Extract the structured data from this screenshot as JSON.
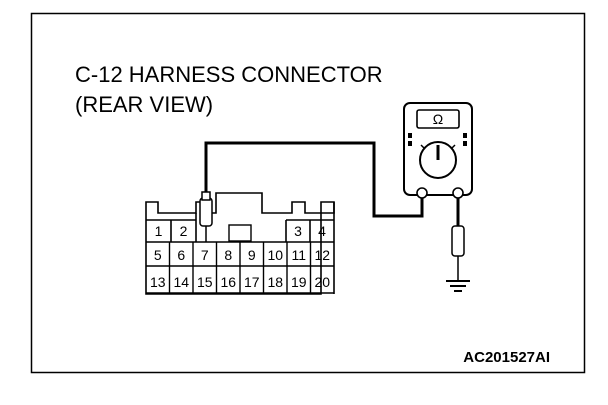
{
  "title": {
    "line1": "C-12 HARNESS CONNECTOR",
    "line2": "(REAR VIEW)"
  },
  "connector": {
    "row1": [
      "1",
      "2",
      "3",
      "4"
    ],
    "row2": [
      "5",
      "6",
      "7",
      "8",
      "9",
      "10",
      "11",
      "12"
    ],
    "row3": [
      "13",
      "14",
      "15",
      "16",
      "17",
      "18",
      "19",
      "20"
    ]
  },
  "meter": {
    "display_icon": "ohm-icon"
  },
  "figure_code": "AC201527AI"
}
